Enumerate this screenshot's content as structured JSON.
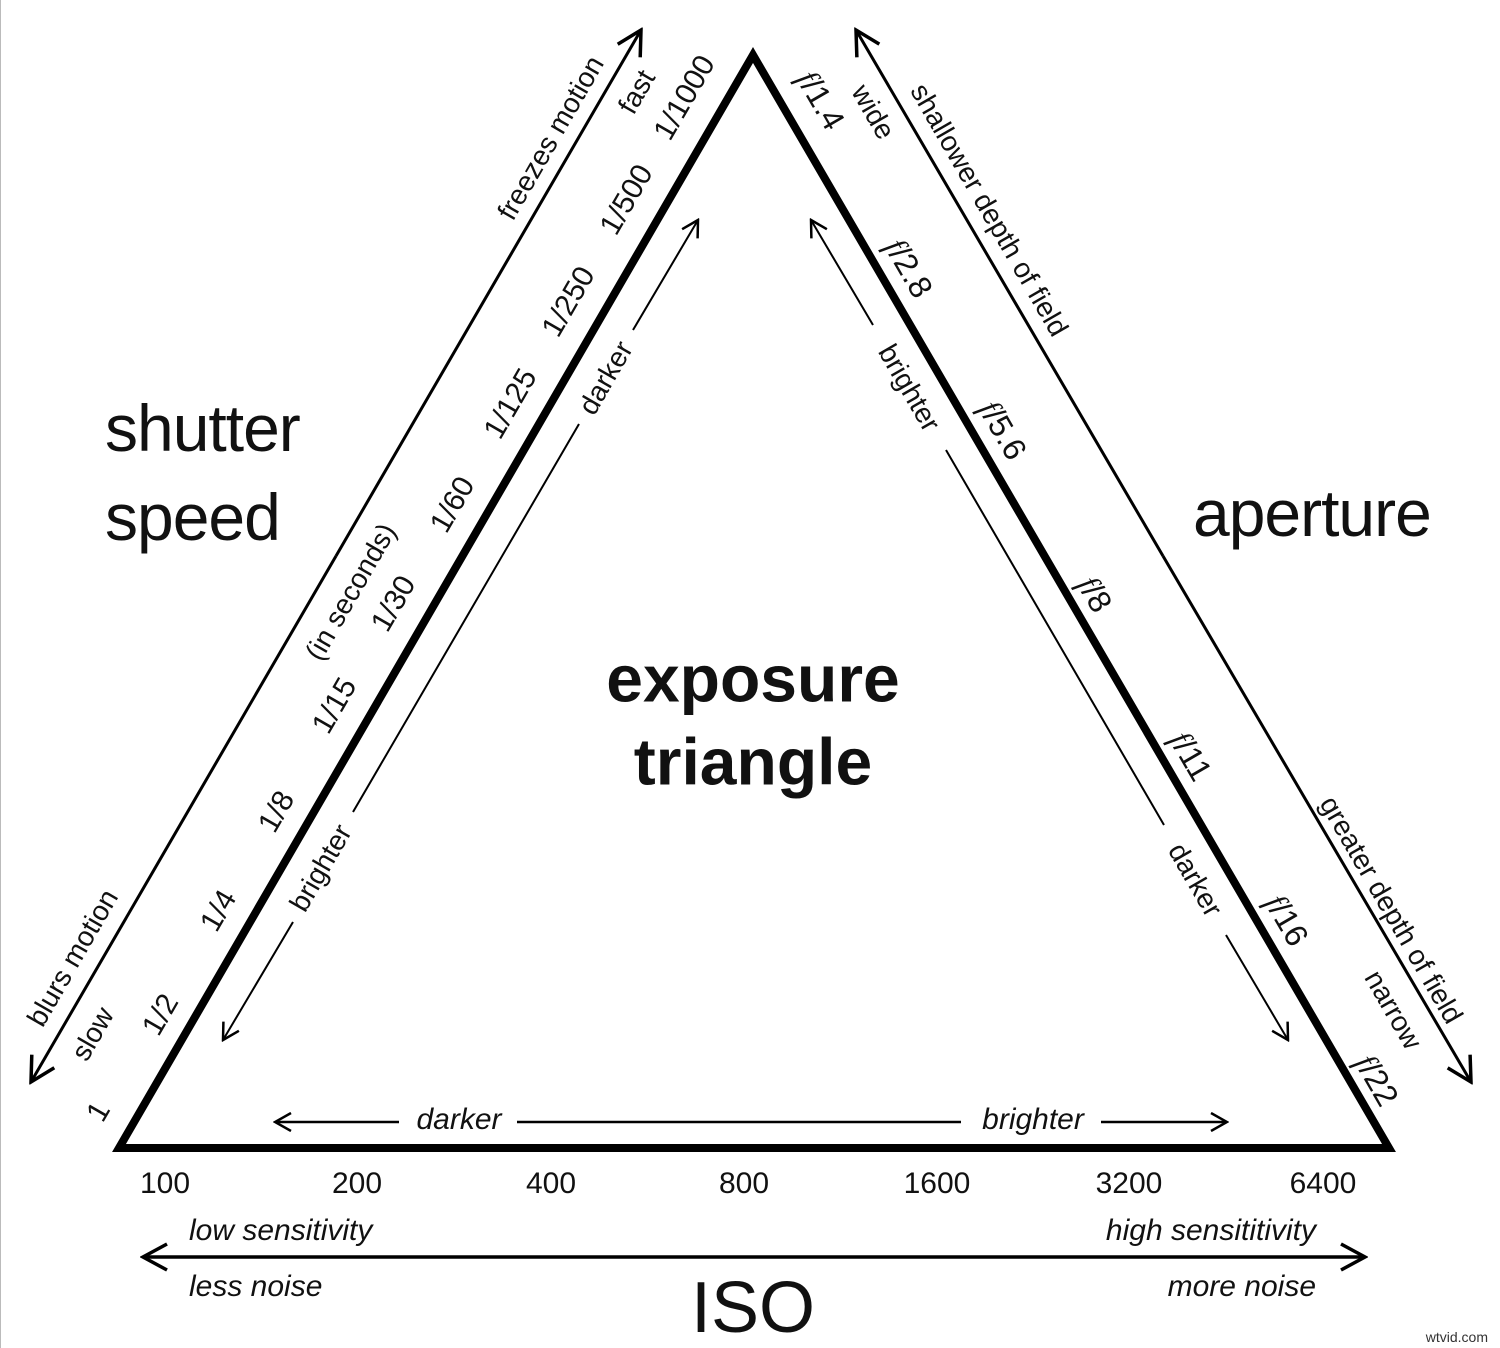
{
  "title": {
    "line1": "exposure",
    "line2": "triangle"
  },
  "shutter": {
    "label_line1": "shutter",
    "label_line2": "speed",
    "unit_note": "(in seconds)",
    "outer_arrow": {
      "top_label": "freezes motion",
      "bottom_label": "blurs motion"
    },
    "speed_labels": {
      "fast": "fast",
      "slow": "slow"
    },
    "inner_arrow": {
      "upper_label": "darker",
      "lower_label": "brighter"
    },
    "values": [
      "1",
      "1/2",
      "1/4",
      "1/8",
      "1/15",
      "1/30",
      "1/60",
      "1/125",
      "1/250",
      "1/500",
      "1/1000"
    ]
  },
  "aperture": {
    "label": "aperture",
    "outer_arrow": {
      "top_label": "shallower depth of field",
      "bottom_label": "greater depth of field"
    },
    "width_labels": {
      "wide": "wide",
      "narrow": "narrow"
    },
    "inner_arrow": {
      "upper_label": "brighter",
      "lower_label": "darker"
    },
    "f_prefix": "f",
    "values": [
      "/1.4",
      "/2.8",
      "/5.6",
      "/8",
      "/11",
      "/16",
      "/22"
    ]
  },
  "iso": {
    "label": "ISO",
    "inner_arrow": {
      "left_label": "darker",
      "right_label": "brighter"
    },
    "values": [
      "100",
      "200",
      "400",
      "800",
      "1600",
      "3200",
      "6400"
    ],
    "left_top": "low sensitivity",
    "left_bottom": "less noise",
    "right_top": "high sensititivity",
    "right_bottom": "more noise"
  },
  "watermark": "wtvid.com",
  "colors": {
    "line": "#000000",
    "background": "#ffffff"
  }
}
